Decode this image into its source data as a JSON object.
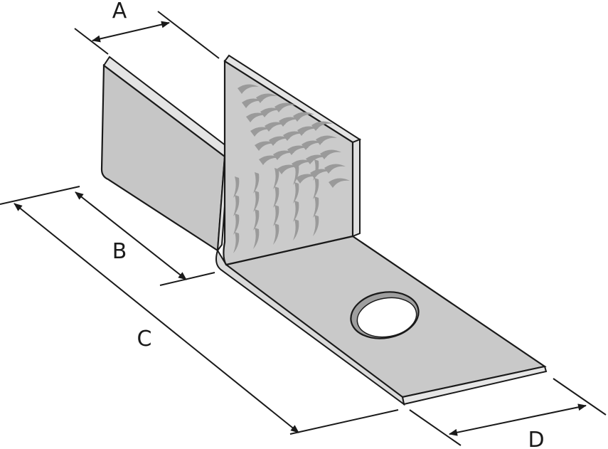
{
  "labels": {
    "a": "A",
    "b": "B",
    "c": "C",
    "d": "D"
  },
  "colors": {
    "outline": "#1a1a1a",
    "plate_face": "#c9c9c9",
    "plate_dark": "#b4b4b4",
    "plate_edge": "#e4e4e4",
    "teeth": "#9a9a9a",
    "hole": "#ffffff"
  }
}
